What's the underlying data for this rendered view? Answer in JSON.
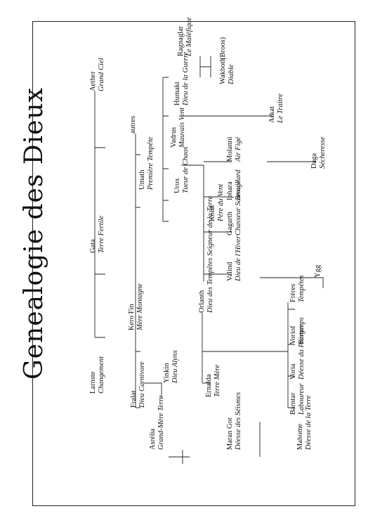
{
  "title": "Genealogie des Dieux",
  "nodes": [
    {
      "id": "aether",
      "name": "Aether",
      "epithet": "Grand Ciel"
    },
    {
      "id": "gata",
      "name": "Gata",
      "epithet": "Terre Fertile"
    },
    {
      "id": "larnste",
      "name": "Larnste",
      "epithet": "Changement"
    },
    {
      "id": "autres",
      "name": "autres",
      "epithet": ""
    },
    {
      "id": "umath",
      "name": "Umath",
      "epithet": "Première Tempête"
    },
    {
      "id": "kerofin",
      "name": "Kero Fin",
      "epithet": "Mère Montagne"
    },
    {
      "id": "fralat",
      "name": "Fralat",
      "epithet": "Dieu Carnivore"
    },
    {
      "id": "yinkin",
      "name": "Yinkin",
      "epithet": "Dieu Alynx"
    },
    {
      "id": "asrelia",
      "name": "Asrélia",
      "epithet": "Grand-Mère Terre"
    },
    {
      "id": "ragnaglar",
      "name": "Ragnaglar",
      "epithet": "Le Maléfique"
    },
    {
      "id": "broos",
      "name": "(Broos)",
      "epithet": ""
    },
    {
      "id": "wakboth",
      "name": "Wakboth",
      "epithet": "Diable"
    },
    {
      "id": "humakt",
      "name": "Humakt",
      "epithet": "Dieu de la Guerre"
    },
    {
      "id": "arkat",
      "name": "Arkat",
      "epithet": "Le Traître"
    },
    {
      "id": "vadrus",
      "name": "Vadrus",
      "epithet": "Mauvais Vent"
    },
    {
      "id": "molanni",
      "name": "Molanni",
      "epithet": "Air Figé"
    },
    {
      "id": "daga",
      "name": "Daga",
      "epithet": "Sécheresse"
    },
    {
      "id": "urox",
      "name": "Urox",
      "epithet": "Tueur de Chaos"
    },
    {
      "id": "iphara",
      "name": "Iphara",
      "epithet": "Brouillard"
    },
    {
      "id": "kolat",
      "name": "Kolat",
      "epithet": "Père du Vent"
    },
    {
      "id": "gagarth",
      "name": "Gagarth",
      "epithet": "Chasseur Sauvage"
    },
    {
      "id": "valind",
      "name": "Valind",
      "epithet": "Dieu de l'Hiver"
    },
    {
      "id": "ygg",
      "name": "Ygg",
      "epithet": ""
    },
    {
      "id": "orlanth",
      "name": "Orlanth",
      "epithet": "Dieu des Tempêtes Seigneur de la Terre"
    },
    {
      "id": "ernalda",
      "name": "Ernalda",
      "epithet": "Terre Mère"
    },
    {
      "id": "maran",
      "name": "Maran Gor",
      "epithet": "Déesse des Séismes"
    },
    {
      "id": "freres",
      "name": "Frères",
      "epithet": "Tempêtes"
    },
    {
      "id": "voriof",
      "name": "Voriof",
      "epithet": "Berger"
    },
    {
      "id": "voria",
      "name": "Voria",
      "epithet": "Déesse du Printemps"
    },
    {
      "id": "barntar",
      "name": "Barntar",
      "epithet": "Laboureur"
    },
    {
      "id": "mahome",
      "name": "Mahome",
      "epithet": "Déesse de la Terre"
    }
  ]
}
